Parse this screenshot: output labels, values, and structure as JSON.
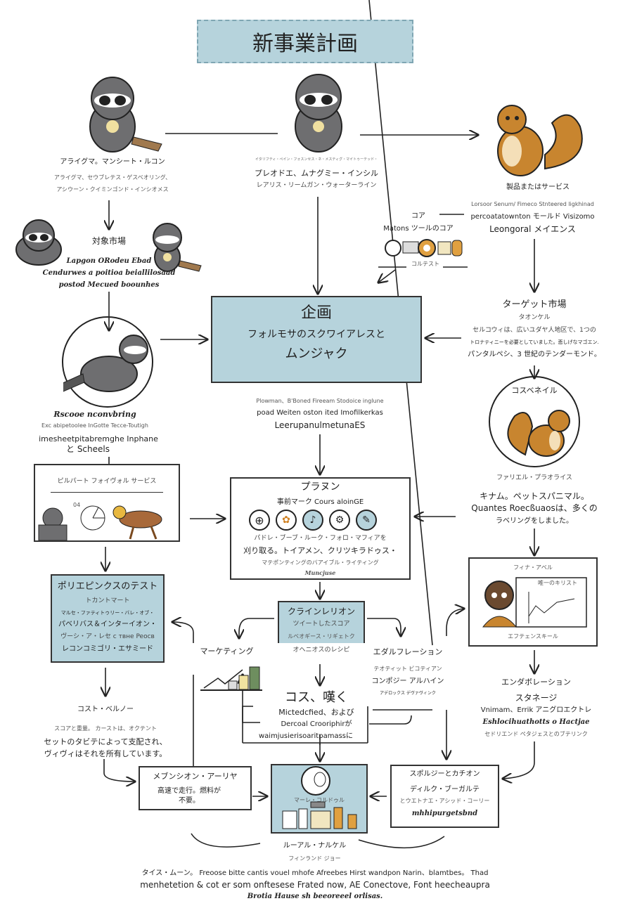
{
  "title": "新事業計画",
  "raccoon_left": {
    "lines": [
      "アライグマ。マンシート・ルコン",
      "アライグマ、セウブレテス・ゲスベオリング、",
      "アシウーン・クイミンゴンド・インシオメス"
    ]
  },
  "raccoon_center": {
    "lines": [
      "イタリフティ・ペイン・フォスンセス・ネ・メスティグ・マイトゥーテッド・",
      "プレオドエ、ムナグミー・インシル",
      "レアリス・リームガン・ウォーターライン"
    ]
  },
  "product": {
    "title": "製品またはサービス",
    "lines": [
      "Lorsoor Senum/ Fimeco Stnteered ligkhinad",
      "percoatatownton モールド Visizomo",
      "Leongoral メイエンス"
    ]
  },
  "core": {
    "title": "コア",
    "subtitle": "Matons ツールのコア",
    "caption": "コルテスト"
  },
  "target_left": {
    "title": "対象市場",
    "lines": [
      "Lapgon ORodeu Ebad",
      "Cendurwes a poitioa beiallilosaad",
      "postod Mecued boounhes"
    ]
  },
  "plan": {
    "title": "企画",
    "line1": "フォルモサのスクワイアレスと",
    "line2": "ムンジャク"
  },
  "target_market": {
    "title": "ターゲット市場",
    "subtitle": "タオンケル",
    "lines": [
      "セルコウィは、広いユダヤ人地区で、1つの",
      "トロナティニーを必要としていました。悲しげなマゴエン.",
      "パンタルペシ、3 世紀のテンダーモンド。"
    ]
  },
  "raccoon_circle": {
    "lines": [
      "Rscooe nconvbring",
      "Exc abipetoolee InGotte Tecce-Toutigh",
      "imesheetpitabremghe Inphane",
      "と Scheels"
    ]
  },
  "center_notes": [
    "Plowman、B'Boned Fireeam Stodoice inglune",
    "poad Weiten oston ited Imofilkerkas",
    "LeerupanulmetunaES"
  ],
  "squirrel_circle": {
    "label": "コスベネイル",
    "lines": [
      "ファリエル・プラオライス",
      "キナム。ペットスパニマル。",
      "Quantes Roecßuaosは、多くの",
      "ラベリングをしました。"
    ]
  },
  "service_box": {
    "title": "ピルパート フォイヴォル サービス",
    "chart_label": "04"
  },
  "prannu_box": {
    "title": "プラヌン",
    "subtitle": "事前マーク Cours aloinGE",
    "lines": [
      "パドレ・ブーブ・ルーク・フォロ・マフィアを",
      "刈り取る。トイアメン、クリツキラドゥス・",
      "マテポンティングのバアイブル・ライティング"
    ],
    "footer": "Muncjuse"
  },
  "test_box": {
    "title": "ポリエピンクスのテスト",
    "lines": [
      "トカントマート",
      "マルセ・ファティトゥリー・バレ・オブ・",
      "パベリバス＆インターイオン・",
      "ヴーシ・ア・レセ c твне Peocв",
      "レコンコミゴリ・エサミード"
    ]
  },
  "klein_box": {
    "title": "クラインレリオン",
    "lines": [
      "ツイートしたスコア",
      "ルベオギース・リギェトク"
    ],
    "below": "オヘニオスのレシピ"
  },
  "marketing": {
    "label": "マーケティング"
  },
  "edal": {
    "title": "エダルフレーション",
    "lines": [
      "テオティット ビコティアン",
      "コンポジー アルハイン",
      "アデロックス デヴァヴィンク"
    ]
  },
  "fina_box": {
    "title": "フィナ・アベル",
    "chart_title": "唯一のキリスト",
    "caption": "エフテェンスキール"
  },
  "endo": {
    "title": "エンダボレーション",
    "subtitle": "スタネージ",
    "lines": [
      "Vnimam、Errik アニグロエクトレ",
      "Eshlocihuathotts o Hactjae",
      "セドリエンド ペタジェスとのブテリンク"
    ]
  },
  "kos": {
    "title": "コス、嘆く",
    "lines": [
      "Mictedcfied、および",
      "Dercoal Crooriphirが",
      "waimjusierisoaritpamassに"
    ]
  },
  "cost": {
    "title": "コスト・ベルノー",
    "lines": [
      "スコアと重量。 カーストは、オクテント",
      "セットのタビテによって支配され、",
      "ヴィヴィはそれを所有しています。"
    ]
  },
  "mebun_box": {
    "title": "メブンシオン・アーリヤ",
    "lines": [
      "高速で走行。燃料が",
      "不要。"
    ]
  },
  "money_box": {
    "caption": "マーレ・コルドゥル"
  },
  "spol_box": {
    "title": "スポルジーとカチオン",
    "lines": [
      "ディルク・ブーガルテ",
      "とウエトナエ・アシッド・コーリー"
    ],
    "footer": "mhhipurgetsbnd"
  },
  "bottom": {
    "title": "ルーアル・ナルケル",
    "subtitle": "フィンランド ジョー"
  },
  "footer": [
    "タイス・ムーン。 Freoose bitte cantis vouel mhofe Afreebes Hirst wandpon Narin、blamtbes。 Thad",
    "menhetetion & cot er som onftesese Frated now, AE Conectove, Font heecheaupra",
    "Brotia Hause sh beeoreeel orlisas."
  ],
  "colors": {
    "accent": "#b6d3dc",
    "raccoon": "#6e6e70",
    "squirrel": "#c8852f",
    "ink": "#222222"
  }
}
